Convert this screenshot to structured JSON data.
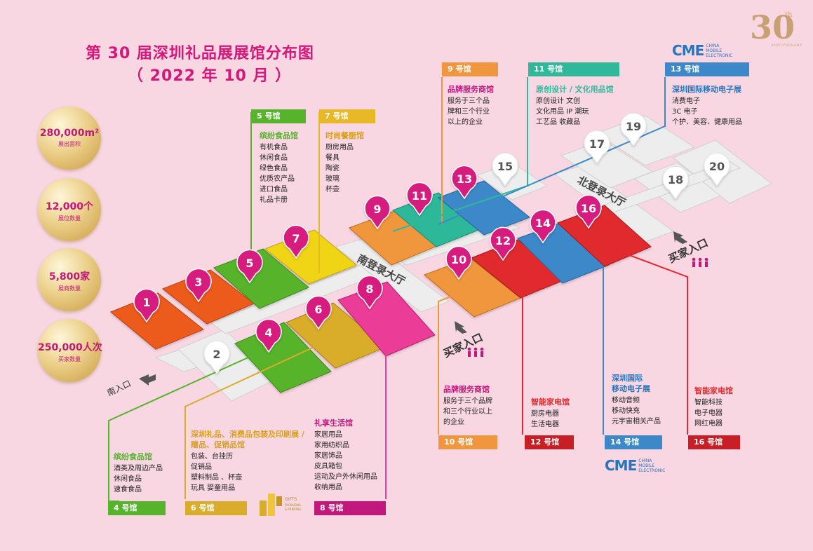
{
  "title": "第 30 届深圳礼品展展馆分布图",
  "subtitle": "（ 2022 年 10 月 ）",
  "badge": {
    "number": "30",
    "sup": "th",
    "text": "ANNIVERSARY"
  },
  "stats": [
    {
      "value": "280,000m²",
      "label": "展出面积"
    },
    {
      "value": "12,000个",
      "label": "展位数量"
    },
    {
      "value": "5,800家",
      "label": "展商数量"
    },
    {
      "value": "250,000人次",
      "label": "买家数量"
    }
  ],
  "cme": {
    "mark": "CME",
    "line1": "CHINA",
    "line2": "MOBILE",
    "line3": "ELECTRONIC"
  },
  "entrances": {
    "south": "南入口",
    "buyer": "买家入口",
    "south_hall": "南登录大厅",
    "north_hall": "北登录大厅"
  },
  "colors": {
    "h1": "#ec5a1e",
    "h3": "#ec5a1e",
    "h4": "#56b32b",
    "h5": "#56b32b",
    "h6": "#d9ad2a",
    "h7": "#f0d415",
    "h8": "#eb3c97",
    "h9": "#f0963e",
    "h10": "#f0963e",
    "h11": "#2fb89a",
    "h12": "#e12a2f",
    "h13": "#3d88c9",
    "h14": "#3d88c9",
    "h16": "#e12a2f",
    "grey": "#ededed"
  },
  "halls": {
    "h1": "1",
    "h2": "2",
    "h3": "3",
    "h4": "4",
    "h5": "5",
    "h6": "6",
    "h7": "7",
    "h8": "8",
    "h9": "9",
    "h10": "10",
    "h11": "11",
    "h12": "12",
    "h13": "13",
    "h14": "14",
    "h15": "15",
    "h16": "16",
    "h17": "17",
    "h18": "18",
    "h19": "19",
    "h20": "20"
  },
  "info": {
    "h5": {
      "tag": "5 号馆",
      "head": "缤纷食品馆",
      "items": [
        "有机食品",
        "休闲食品",
        "绿色食品",
        "优质农产品",
        "进口食品",
        "礼品卡册"
      ]
    },
    "h7": {
      "tag": "7 号馆",
      "head": "时尚餐厨馆",
      "items": [
        "厨房用品",
        "餐具",
        "陶瓷",
        "玻璃",
        "杯壶"
      ]
    },
    "h9": {
      "tag": "9 号馆",
      "head": "品牌服务商馆",
      "items": [
        "服务于三个品",
        "牌和三个行业",
        "以上的企业"
      ]
    },
    "h11": {
      "tag": "11 号馆",
      "head": "原创设计 / 文化用品馆",
      "items": [
        "原创设计  文创",
        "文化用品  IP 潮玩",
        "工艺品  收藏品"
      ]
    },
    "h13": {
      "tag": "13 号馆",
      "head": "深圳国际移动电子展",
      "items": [
        "消费电子",
        "3C 电子",
        "个护、美容、健康用品"
      ]
    },
    "h4": {
      "tag": "4 号馆",
      "head": "缤纷食品馆",
      "items": [
        "酒类及周边产品",
        "休闲食品",
        "速食食品"
      ]
    },
    "h6": {
      "tag": "6 号馆",
      "head": "深圳礼品、消费品包装及印刷展 /",
      "head2": "赠品、促销品馆",
      "items": [
        "包装、台挂历",
        "促销品",
        "塑料制品 、杯壶",
        "玩具  婴童用品"
      ]
    },
    "h8": {
      "tag": "8 号馆",
      "head": "礼享生活馆",
      "items": [
        "家居用品",
        "家用纺织品",
        "家居饰品",
        "皮具箱包",
        "运动及户外休闲用品",
        "收纳用品"
      ]
    },
    "h10": {
      "tag": "10 号馆",
      "head": "品牌服务商馆",
      "items": [
        "服务于三个品牌",
        "和三个行业以上",
        "的企业"
      ]
    },
    "h12": {
      "tag": "12 号馆",
      "head": "智能家电馆",
      "items": [
        "厨房电器",
        "生活电器"
      ]
    },
    "h14": {
      "tag": "14 号馆",
      "head": "深圳国际",
      "head2": "移动电子展",
      "items": [
        "移动音频",
        "移动快充",
        "元宇宙相关产品"
      ]
    },
    "h16": {
      "tag": "16 号馆",
      "head": "智能家电馆",
      "items": [
        "智能科技",
        "电子电器",
        "网红电器"
      ]
    }
  },
  "gifts": {
    "text1": "GIFTS",
    "text2": "PACKAGING",
    "text3": "& PRINTING"
  }
}
